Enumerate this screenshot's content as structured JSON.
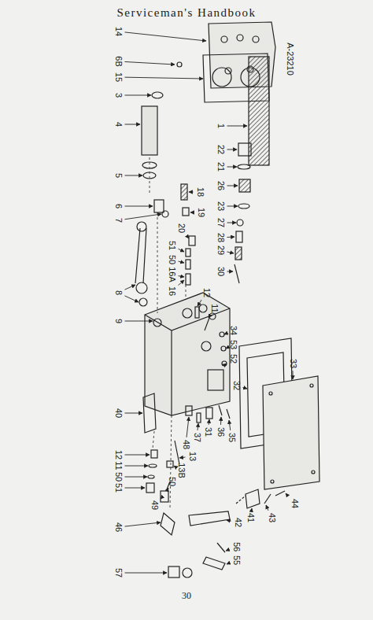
{
  "diagram": {
    "title": "Serviceman's Handbook",
    "labels": [
      "A-23210",
      "14",
      "6B",
      "15",
      "3",
      "4",
      "1",
      "5",
      "22",
      "21",
      "26",
      "6",
      "18",
      "7",
      "23",
      "19",
      "27",
      "28",
      "20",
      "51",
      "50",
      "29",
      "16A",
      "16",
      "30",
      "8",
      "12",
      "11",
      "9",
      "34",
      "53",
      "52",
      "32",
      "40",
      "33",
      "48",
      "37",
      "31",
      "36",
      "35",
      "12",
      "11",
      "13",
      "50",
      "13B",
      "51",
      "50",
      "46",
      "49",
      "42",
      "41",
      "43",
      "44",
      "56",
      "55",
      "57",
      "30"
    ]
  }
}
